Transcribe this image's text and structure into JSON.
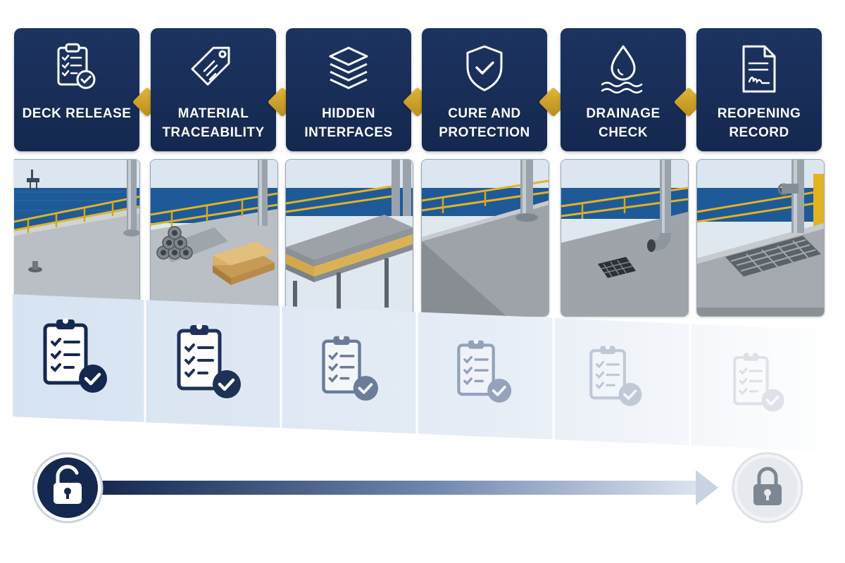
{
  "stages": [
    {
      "label_lines": [
        "DECK RELEASE"
      ],
      "icon": "clipboard-check-icon"
    },
    {
      "label_lines": [
        "MATERIAL",
        "TRACEABILITY"
      ],
      "icon": "tag-icon"
    },
    {
      "label_lines": [
        "HIDDEN",
        "INTERFACES"
      ],
      "icon": "layers-icon"
    },
    {
      "label_lines": [
        "CURE AND",
        "PROTECTION"
      ],
      "icon": "shield-check-icon"
    },
    {
      "label_lines": [
        "DRAINAGE",
        "CHECK"
      ],
      "icon": "water-drop-icon"
    },
    {
      "label_lines": [
        "REOPENING",
        "RECORD"
      ],
      "icon": "signed-document-icon"
    }
  ],
  "colors": {
    "navy": "#142850",
    "gold": "#c99b24",
    "railing": "#e2b321",
    "sea": "#1e5a98",
    "band_light": "#dce7f3"
  },
  "progress": {
    "start_icon": "unlocked-padlock-icon",
    "end_icon": "locked-padlock-icon"
  }
}
